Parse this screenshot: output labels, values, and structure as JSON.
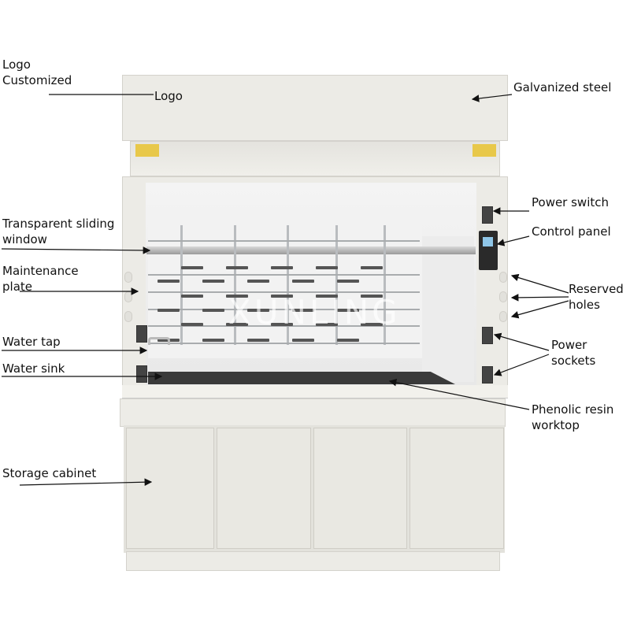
{
  "labels": {
    "logo_customized": [
      "Logo",
      "Customized"
    ],
    "logo": "Logo",
    "galvanized_steel": "Galvanized steel",
    "power_switch": "Power switch",
    "transparent_sliding_window": [
      "Transparent sliding",
      "window"
    ],
    "control_panel": "Control panel",
    "maintenance_plate": [
      "Maintenance",
      "plate"
    ],
    "reserved_holes": [
      "Reserved",
      "holes"
    ],
    "water_tap": "Water tap",
    "power_sockets": [
      "Power",
      "sockets"
    ],
    "water_sink": "Water sink",
    "phenolic_resin_worktop": [
      "Phenolic resin",
      "worktop"
    ],
    "storage_cabinet": "Storage cabinet"
  },
  "watermark": "XUNLING",
  "colors": {
    "body": "#ecebe6",
    "worktop": "#3a3a3a",
    "sockets": "#444444"
  }
}
